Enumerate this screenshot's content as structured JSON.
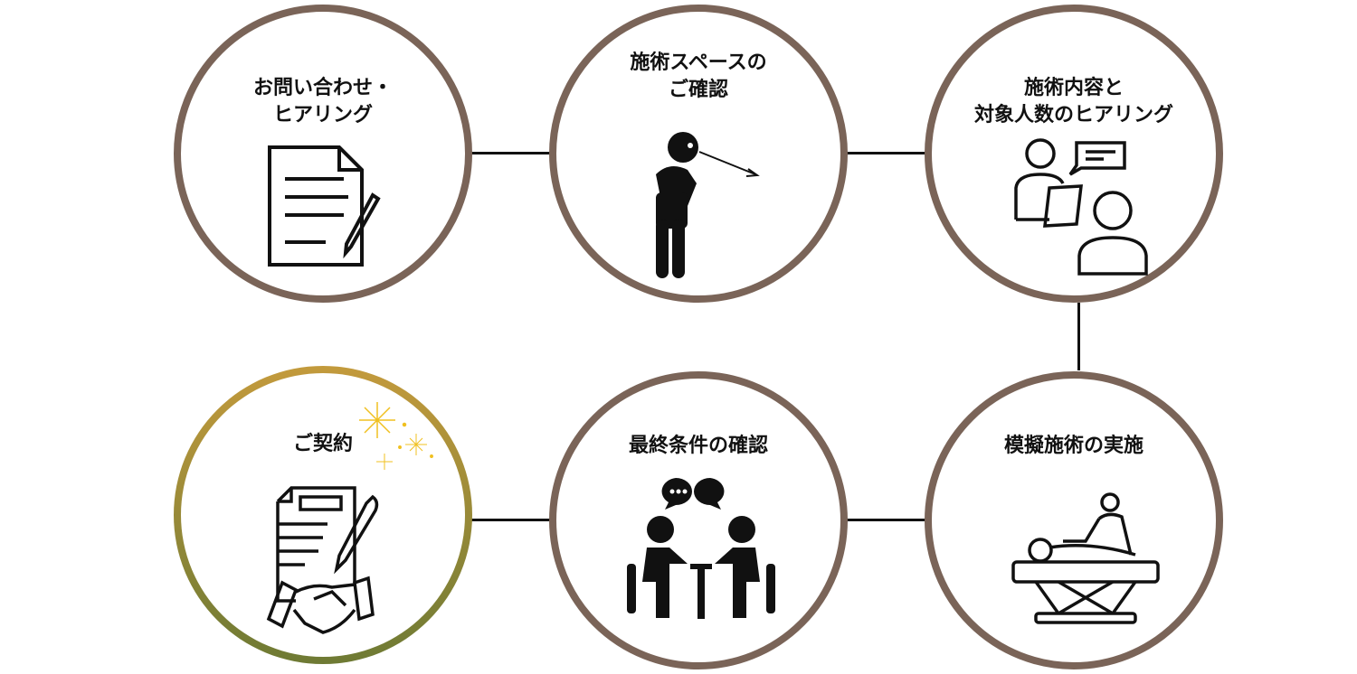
{
  "steps": [
    {
      "title_lines": [
        "お問い合わせ・",
        "ヒアリング"
      ],
      "icon": "document-pen-icon"
    },
    {
      "title_lines": [
        "施術スペースの",
        "ご確認"
      ],
      "icon": "person-looking-icon"
    },
    {
      "title_lines": [
        "施術内容と",
        "対象人数のヒアリング"
      ],
      "icon": "consultation-icon"
    },
    {
      "title_lines": [
        "模擬施術の実施"
      ],
      "icon": "massage-table-icon"
    },
    {
      "title_lines": [
        "最終条件の確認"
      ],
      "icon": "meeting-icon"
    },
    {
      "title_lines": [
        "ご契約"
      ],
      "icon": "contract-handshake-icon"
    }
  ],
  "colors": {
    "circle_border": "#7a6458",
    "gold_top": "#c39a3c",
    "gold_bottom": "#6e7a34",
    "sparkle": "#f0c020"
  }
}
